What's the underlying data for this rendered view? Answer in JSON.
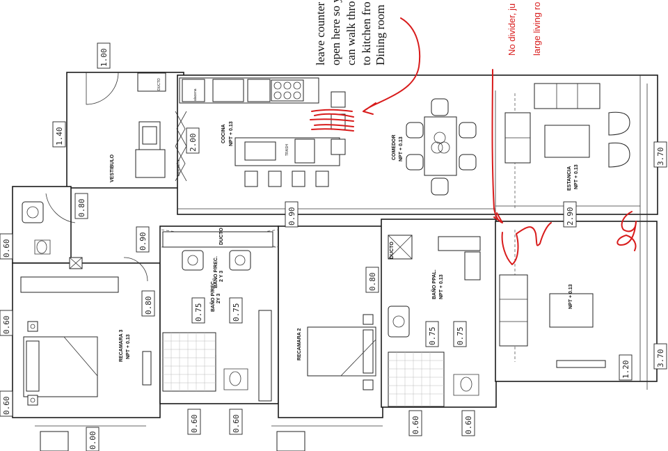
{
  "rooms": {
    "cocina": "COCINA",
    "cocina_npt": "NPT + 0.13",
    "comedor": "COMEDOR",
    "comedor_npt": "NPT + 0.13",
    "estancia": "ESTANCIA",
    "estancia_npt": "NPT + 0.13",
    "living_npt": "NPT + 0.13",
    "vestibulo": "VESTIBULO",
    "recamara3": "RECAMARA 3",
    "recamara3_npt": "NPT + 0.13",
    "recamara2": "RECAMARA 2",
    "bano_ppal": "BAÑO PPAL.",
    "bano_ppal_npt": "NPT + 0.13",
    "bano_prec_a": "BAÑO P/REC.",
    "bano_prec_a2": "2 Y 3",
    "bano_prec_b": "BAÑO P/REC.",
    "bano_prec_b2": "2Y 3",
    "ducto_1": "DUCTO",
    "ducto_2": "DUCTO",
    "ducto_3": "DUCTO",
    "alacena": "alacena",
    "lavanderia": "lavandería",
    "trash": "TRASH",
    "ducto_top": "DUCTO"
  },
  "dimensions": {
    "d_1_00": "1.00",
    "d_1_40": "1.40",
    "d_2_00": "2.00",
    "d_0_80_a": "0.80",
    "d_0_90_a": "0.90",
    "d_0_90_b": "0.90",
    "d_0_60_a": "0.60",
    "d_0_60_b": "0.60",
    "d_0_60_c": "0.60",
    "d_0_80_b": "0.80",
    "d_0_75_a": "0.75",
    "d_0_75_b": "0.75",
    "d_0_80_c": "0.80",
    "d_0_75_c": "0.75",
    "d_0_75_d": "0.75",
    "d_0_60_d": "0.60",
    "d_0_60_e": "0.60",
    "d_0_00": "0.00",
    "d_0_60_f": "0.60",
    "d_0_60_g": "0.60",
    "d_3_70_a": "3.70",
    "d_2_90": "2.90",
    "d_3_70_b": "3.70",
    "d_1_20": "1.20"
  },
  "annotations": {
    "note_line1": "leave counter",
    "note_line2": "open here so y",
    "note_line3": "can walk thro",
    "note_line4": "to kitchen fro",
    "note_line5": "Dining room",
    "red_line1": "No divider, ju",
    "red_line2": "large living ro"
  },
  "colors": {
    "annotation_red": "#d81b1b",
    "line": "#1a1a1a"
  }
}
